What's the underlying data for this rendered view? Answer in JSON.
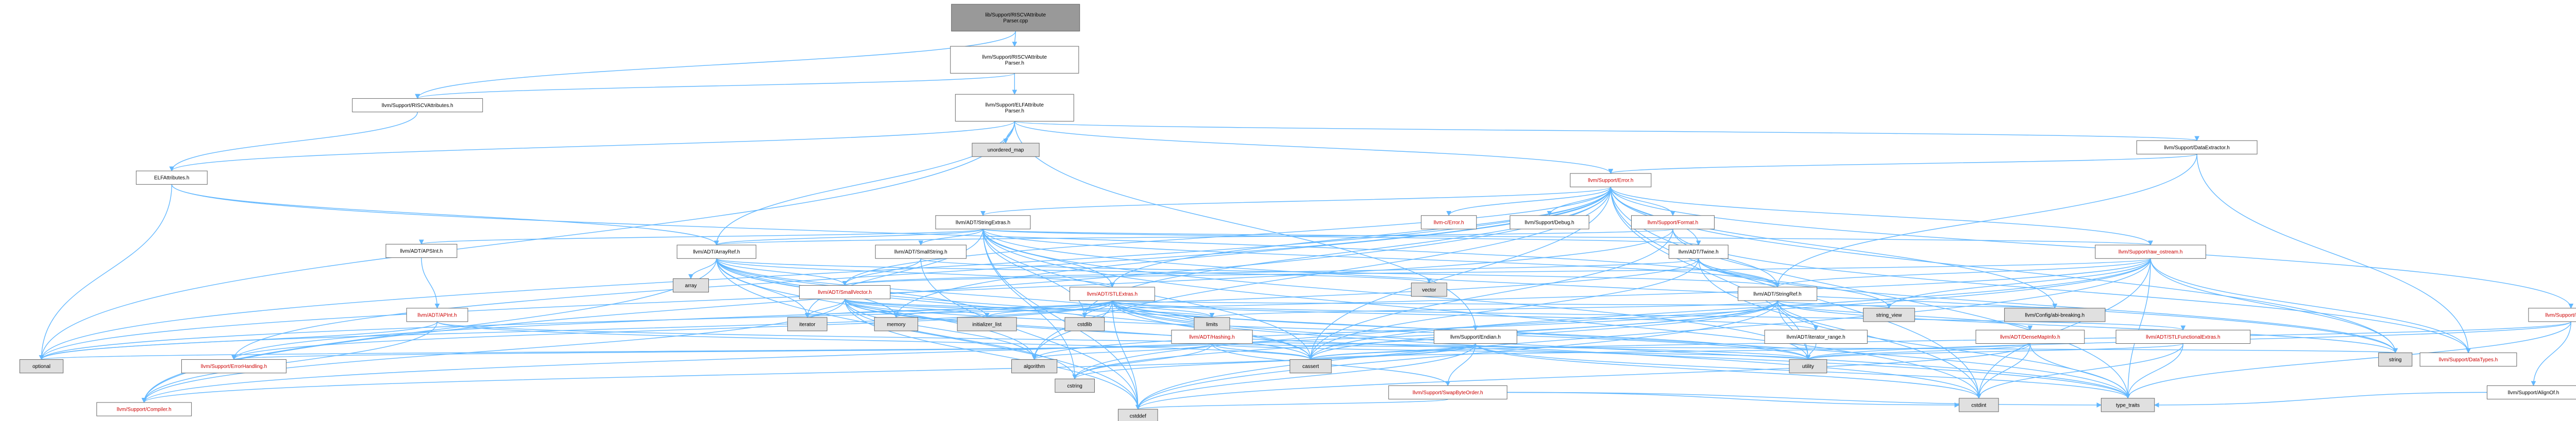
{
  "colors": {
    "root_fill": "#999999",
    "node_fill": "#ffffff",
    "leaf_fill": "#e0e0e0",
    "border": "#666666",
    "edge": "#63b8ff",
    "truncated_text": "#cc0000"
  },
  "nodes": [
    {
      "id": "root",
      "lines": [
        "lib/Support/RISCVAttribute",
        "Parser.cpp"
      ],
      "kind": "root"
    },
    {
      "id": "riscv_attr_parser",
      "lines": [
        "llvm/Support/RISCVAttribute",
        "Parser.h"
      ],
      "kind": "node"
    },
    {
      "id": "riscv_attrs",
      "lines": [
        "llvm/Support/RISCVAttributes.h"
      ],
      "kind": "node"
    },
    {
      "id": "elf_attr_parser",
      "lines": [
        "llvm/Support/ELFAttribute",
        "Parser.h"
      ],
      "kind": "node"
    },
    {
      "id": "elf_attrs",
      "lines": [
        "ELFAttributes.h"
      ],
      "kind": "node"
    },
    {
      "id": "unordered_map",
      "lines": [
        "unordered_map"
      ],
      "kind": "leaf"
    },
    {
      "id": "data_extractor",
      "lines": [
        "llvm/Support/DataExtractor.h"
      ],
      "kind": "node"
    },
    {
      "id": "support_error",
      "lines": [
        "llvm/Support/Error.h"
      ],
      "kind": "truncated"
    },
    {
      "id": "string_extras",
      "lines": [
        "llvm/ADT/StringExtras.h"
      ],
      "kind": "node"
    },
    {
      "id": "c_error",
      "lines": [
        "llvm-c/Error.h"
      ],
      "kind": "truncated"
    },
    {
      "id": "support_debug",
      "lines": [
        "llvm/Support/Debug.h"
      ],
      "kind": "node"
    },
    {
      "id": "support_format",
      "lines": [
        "llvm/Support/Format.h"
      ],
      "kind": "truncated"
    },
    {
      "id": "apsint",
      "lines": [
        "llvm/ADT/APSInt.h"
      ],
      "kind": "node"
    },
    {
      "id": "array_ref",
      "lines": [
        "llvm/ADT/ArrayRef.h"
      ],
      "kind": "node"
    },
    {
      "id": "small_string",
      "lines": [
        "llvm/ADT/SmallString.h"
      ],
      "kind": "node"
    },
    {
      "id": "twine",
      "lines": [
        "llvm/ADT/Twine.h"
      ],
      "kind": "node"
    },
    {
      "id": "raw_ostream",
      "lines": [
        "llvm/Support/raw_ostream.h"
      ],
      "kind": "truncated"
    },
    {
      "id": "apint",
      "lines": [
        "llvm/ADT/APInt.h"
      ],
      "kind": "truncated"
    },
    {
      "id": "array",
      "lines": [
        "array"
      ],
      "kind": "leaf"
    },
    {
      "id": "small_vector",
      "lines": [
        "llvm/ADT/SmallVector.h"
      ],
      "kind": "truncated"
    },
    {
      "id": "stl_extras",
      "lines": [
        "llvm/ADT/STLExtras.h"
      ],
      "kind": "truncated"
    },
    {
      "id": "vector",
      "lines": [
        "vector"
      ],
      "kind": "leaf"
    },
    {
      "id": "string_ref",
      "lines": [
        "llvm/ADT/StringRef.h"
      ],
      "kind": "node"
    },
    {
      "id": "error_or",
      "lines": [
        "llvm/Support/ErrorOr.h"
      ],
      "kind": "truncated"
    },
    {
      "id": "iterator",
      "lines": [
        "iterator"
      ],
      "kind": "leaf"
    },
    {
      "id": "memory",
      "lines": [
        "memory"
      ],
      "kind": "leaf"
    },
    {
      "id": "initializer_list",
      "lines": [
        "initializer_list"
      ],
      "kind": "leaf"
    },
    {
      "id": "cstdlib",
      "lines": [
        "cstdlib"
      ],
      "kind": "leaf"
    },
    {
      "id": "limits",
      "lines": [
        "limits"
      ],
      "kind": "leaf"
    },
    {
      "id": "hashing",
      "lines": [
        "llvm/ADT/Hashing.h"
      ],
      "kind": "truncated"
    },
    {
      "id": "endian",
      "lines": [
        "llvm/Support/Endian.h"
      ],
      "kind": "node"
    },
    {
      "id": "iterator_range",
      "lines": [
        "llvm/ADT/iterator_range.h"
      ],
      "kind": "node"
    },
    {
      "id": "dense_map_info",
      "lines": [
        "llvm/ADT/DenseMapInfo.h"
      ],
      "kind": "truncated"
    },
    {
      "id": "stl_functional_extras",
      "lines": [
        "llvm/ADT/STLFunctionalExtras.h"
      ],
      "kind": "truncated"
    },
    {
      "id": "string_view",
      "lines": [
        "string_view"
      ],
      "kind": "leaf"
    },
    {
      "id": "config_abi",
      "lines": [
        "llvm/Config/abi-breaking.h"
      ],
      "kind": "leaf"
    },
    {
      "id": "optional",
      "lines": [
        "optional"
      ],
      "kind": "leaf"
    },
    {
      "id": "error_handling",
      "lines": [
        "llvm/Support/ErrorHandling.h"
      ],
      "kind": "truncated"
    },
    {
      "id": "algorithm",
      "lines": [
        "algorithm"
      ],
      "kind": "leaf"
    },
    {
      "id": "cassert",
      "lines": [
        "cassert"
      ],
      "kind": "leaf"
    },
    {
      "id": "utility",
      "lines": [
        "utility"
      ],
      "kind": "leaf"
    },
    {
      "id": "cstring",
      "lines": [
        "cstring"
      ],
      "kind": "leaf"
    },
    {
      "id": "swap_byte_order",
      "lines": [
        "llvm/Support/SwapByteOrder.h"
      ],
      "kind": "truncated"
    },
    {
      "id": "string",
      "lines": [
        "string"
      ],
      "kind": "leaf"
    },
    {
      "id": "data_types",
      "lines": [
        "llvm/Support/DataTypes.h"
      ],
      "kind": "truncated"
    },
    {
      "id": "align_of",
      "lines": [
        "llvm/Support/AlignOf.h"
      ],
      "kind": "node"
    },
    {
      "id": "compiler",
      "lines": [
        "llvm/Support/Compiler.h"
      ],
      "kind": "truncated"
    },
    {
      "id": "cstddef",
      "lines": [
        "cstddef"
      ],
      "kind": "leaf"
    },
    {
      "id": "cstdint",
      "lines": [
        "cstdint"
      ],
      "kind": "leaf"
    },
    {
      "id": "type_traits",
      "lines": [
        "type_traits"
      ],
      "kind": "leaf"
    }
  ]
}
